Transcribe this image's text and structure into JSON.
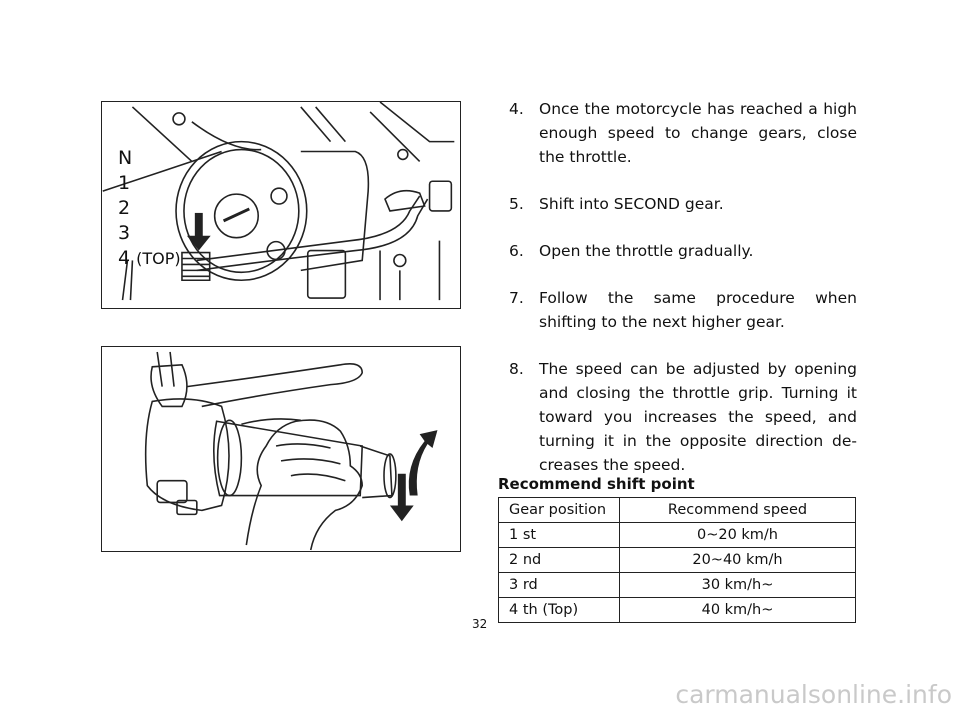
{
  "figures": {
    "gear_shift": {
      "labels": [
        "N",
        "1",
        "2",
        "3",
        "4"
      ],
      "top_label": "(TOP)"
    }
  },
  "steps": [
    {
      "num": "4.",
      "text": "Once the motorcycle has reached a high enough speed to change gears, close the throttle."
    },
    {
      "num": "5.",
      "text": "Shift into SECOND gear."
    },
    {
      "num": "6.",
      "text": "Open the throttle gradually."
    },
    {
      "num": "7.",
      "text": "Follow the same procedure when shifting to the next higher gear."
    },
    {
      "num": "8.",
      "text": "The speed can be adjusted by opening and closing the throttle grip. Turning it toward you increases the speed, and turning it in the opposite direction de-creases the speed."
    }
  ],
  "table": {
    "title": "Recommend shift point",
    "headers": [
      "Gear position",
      "Recommend speed"
    ],
    "rows": [
      [
        "1 st",
        "0~20 km/h"
      ],
      [
        "2 nd",
        "20~40 km/h"
      ],
      [
        "3 rd",
        "30 km/h~"
      ],
      [
        "4 th (Top)",
        "40 km/h~"
      ]
    ]
  },
  "page_number": "32",
  "watermark": "carmanualsonline.info"
}
